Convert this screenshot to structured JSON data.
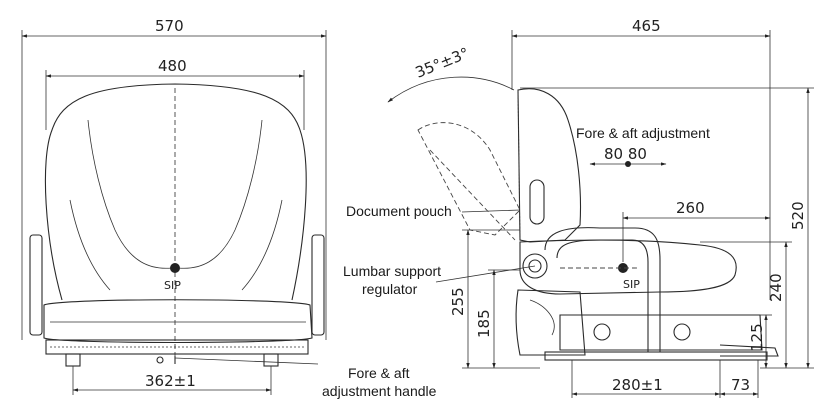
{
  "front_view": {
    "dim_overall_width": "570",
    "dim_cushion_width": "480",
    "dim_rail_spacing": "362±1",
    "sip_label": "SIP"
  },
  "side_view": {
    "dim_overall_depth": "465",
    "dim_backrest_angle": "35°±3°",
    "dim_fore_aft_range": "80  80",
    "dim_sip_depth": "260",
    "dim_overall_height": "520",
    "dim_seat_height": "240",
    "dim_base_height": "125",
    "dim_lumbar_height": "255",
    "dim_pouch_height": "185",
    "dim_mount_spacing": "280±1",
    "dim_rear_offset": "73",
    "sip_label": "SIP"
  },
  "labels": {
    "fore_aft_adjustment": "Fore & aft adjustment",
    "document_pouch": "Document pouch",
    "lumbar_line1": "Lumbar support",
    "lumbar_line2": "regulator",
    "handle_line1": "Fore & aft",
    "handle_line2": "adjustment handle"
  }
}
